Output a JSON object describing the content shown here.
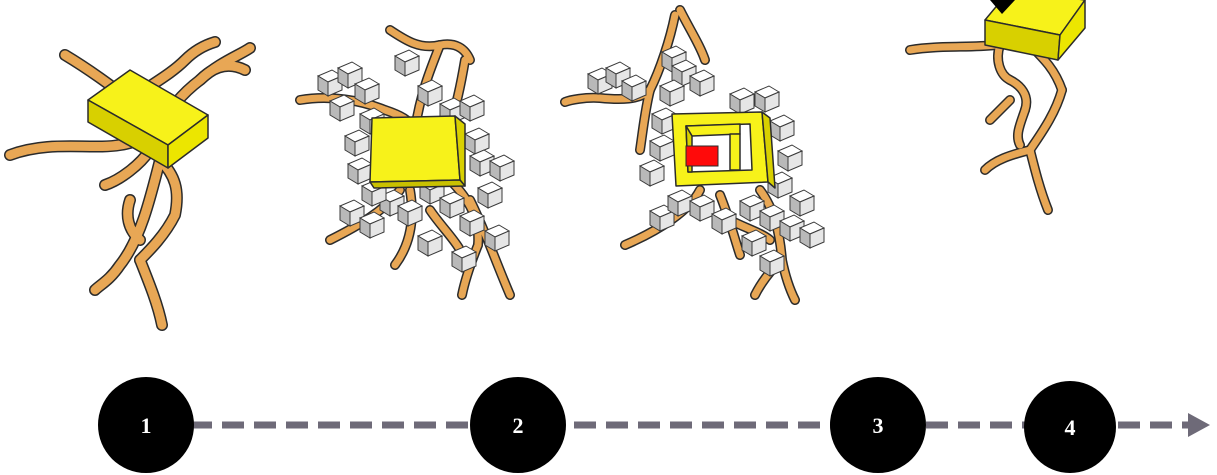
{
  "colors": {
    "background": "#ffffff",
    "road": "#E8A755",
    "road_outline": "#2b2b2b",
    "yellow_block": "#F7F21A",
    "yellow_side": "#D8D000",
    "courtyard_red": "#FF0A0A",
    "house_top": "#FFFFFF",
    "house_side": "#C8C8C8",
    "step_circle": "#000000",
    "timeline_dash": "#6E6A78"
  },
  "stages": [
    {
      "icon": "road-network-with-yellow-block"
    },
    {
      "icon": "settlement-with-solid-yellow-block"
    },
    {
      "icon": "settlement-with-yellow-courtyard-block-red-center"
    },
    {
      "icon": "road-with-yellow-block-and-black-arrow"
    }
  ],
  "timeline": {
    "steps": [
      {
        "label": "1"
      },
      {
        "label": "2"
      },
      {
        "label": "3"
      },
      {
        "label": "4"
      }
    ],
    "end_marker": "arrow-head"
  }
}
